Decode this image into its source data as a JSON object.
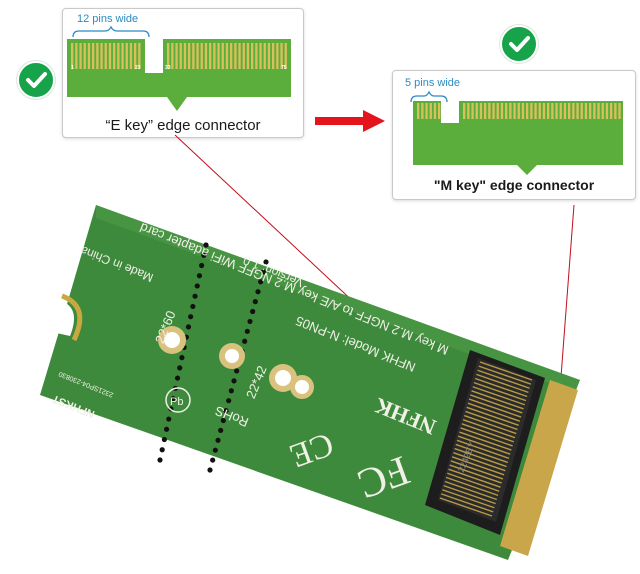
{
  "e_key_callout": {
    "pins_label": "12 pins wide",
    "caption": "“E key” edge connector",
    "pin_numbers": [
      "1",
      "23",
      "33",
      "75"
    ]
  },
  "m_key_callout": {
    "pins_label": "5 pins wide",
    "caption": "\"M key\" edge connector"
  },
  "board": {
    "silkscreen": [
      "M key M.2 NGFF to A/E key M.2 NGFF WiFi adapter card",
      "NFHK Model: N-PN05",
      "Version: 1.0",
      "Made in China",
      "22*60",
      "22*42",
      "RoHS",
      "NFHK",
      "NFHKST",
      "2321SP04-230830",
      "2242EY"
    ]
  },
  "colors": {
    "check_badge": "#17a34a",
    "arrow": "#e3141b",
    "pcb_green": "#3e8a3c",
    "connector_green": "#5cae3c",
    "gold_pins": "#d8c05a",
    "pin_label_blue": "#2a8bc2"
  }
}
